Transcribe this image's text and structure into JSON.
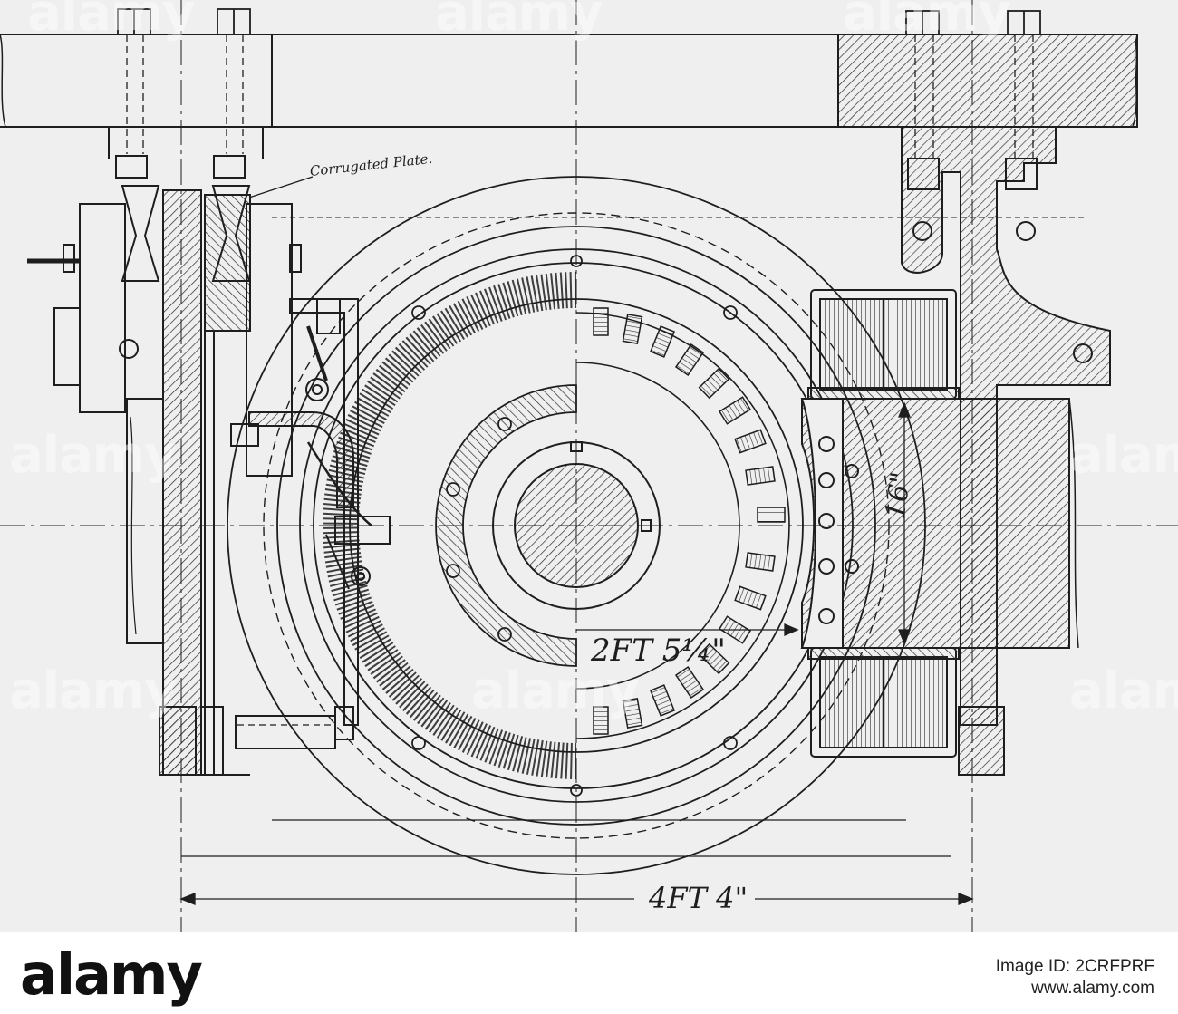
{
  "drawing": {
    "labels": {
      "corrugated_plate": "Corrugated Plate.",
      "dim_16": "16\"",
      "dim_radius": "2FT 5¼\"",
      "dim_width": "4FT 4\""
    },
    "colors": {
      "ink": "#1e1e1e",
      "paper": "#efefef"
    }
  },
  "watermark": "alamy",
  "footer": {
    "logo": "alamy",
    "image_id": "Image ID: 2CRFPRF",
    "url": "www.alamy.com"
  }
}
